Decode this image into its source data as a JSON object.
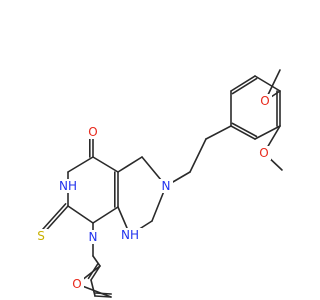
{
  "colors": {
    "bond": "#2a2a2a",
    "O": "#e8291c",
    "N": "#2233ee",
    "S": "#c9b000",
    "C": "#2a2a2a",
    "background": "#ffffff"
  },
  "labels": {
    "carbonyl_O": "O",
    "N3H": "NH",
    "N6": "N",
    "thione_S": "S",
    "N1": "N",
    "N8H": "NH",
    "furan_O": "O",
    "methoxy_O_top": "O",
    "methoxy_O_bottom": "O"
  }
}
